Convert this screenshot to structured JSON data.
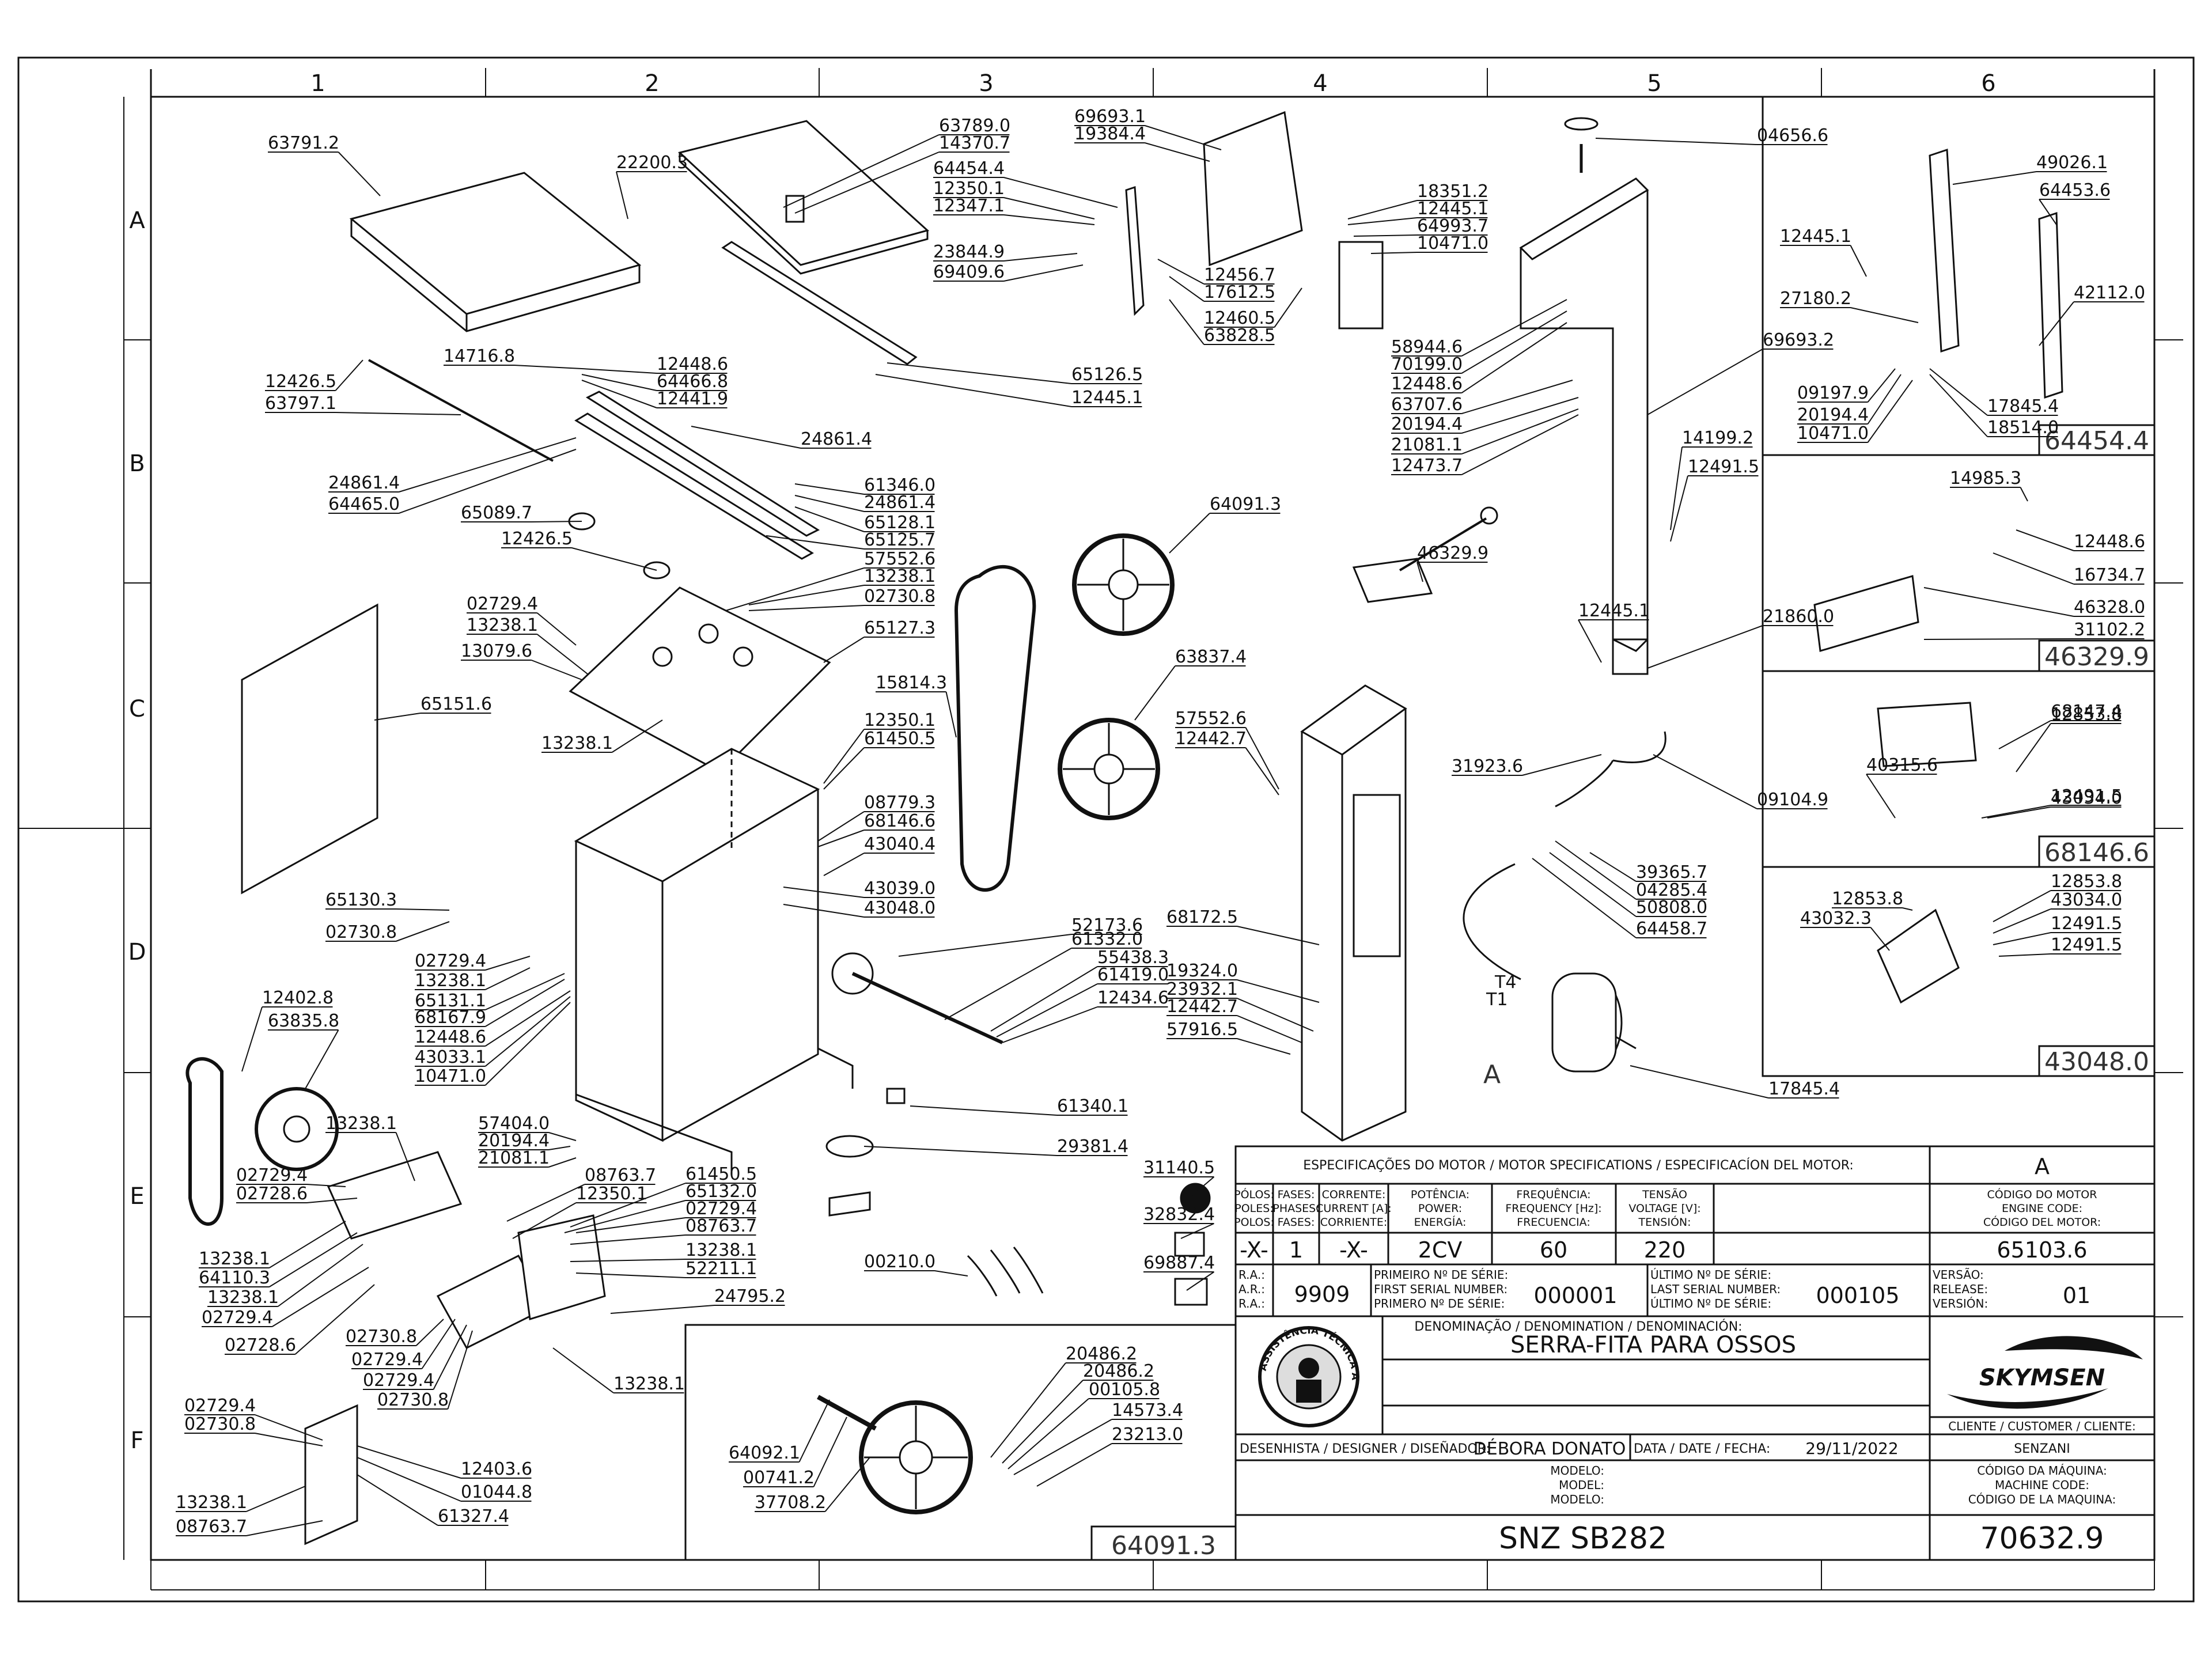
{
  "grid": {
    "cols": [
      "1",
      "2",
      "3",
      "4",
      "5",
      "6"
    ],
    "rows": [
      "A",
      "B",
      "C",
      "D",
      "E",
      "F"
    ]
  },
  "part_labels": [
    "63791.2",
    "22200.3",
    "63789.0",
    "14370.7",
    "69693.1",
    "19384.4",
    "64454.4",
    "12350.1",
    "12347.1",
    "23844.9",
    "69409.6",
    "12456.7",
    "17612.5",
    "12460.5",
    "63828.5",
    "18351.2",
    "12445.1",
    "64993.7",
    "10471.0",
    "04656.6",
    "58944.6",
    "70199.0",
    "12448.6",
    "63707.6",
    "20194.4",
    "21081.1",
    "12473.7",
    "69693.2",
    "14199.2",
    "12491.5",
    "14716.8",
    "12448.6",
    "64466.8",
    "12441.9",
    "65126.5",
    "12445.1",
    "12426.5",
    "63797.1",
    "24861.4",
    "24861.4",
    "64465.0",
    "61346.0",
    "24861.4",
    "65128.1",
    "65125.7",
    "65089.7",
    "12426.5",
    "57552.6",
    "13238.1",
    "02730.8",
    "02729.4",
    "65127.3",
    "13238.1",
    "13079.6",
    "65151.6",
    "13238.1",
    "64091.3",
    "46329.9",
    "12445.1",
    "21860.0",
    "15814.3",
    "63837.4",
    "12350.1",
    "61450.5",
    "08779.3",
    "68146.6",
    "43040.4",
    "43039.0",
    "43048.0",
    "57552.6",
    "12442.7",
    "31923.6",
    "09104.9",
    "39365.7",
    "04285.4",
    "50808.0",
    "64458.7",
    "65130.3",
    "02730.8",
    "02729.4",
    "13238.1",
    "65131.1",
    "68167.9",
    "12448.6",
    "43033.1",
    "10471.0",
    "52173.6",
    "61332.0",
    "55438.3",
    "61419.0",
    "12434.6",
    "68172.5",
    "19324.0",
    "23932.1",
    "12442.7",
    "57916.5",
    "17845.4",
    "12402.8",
    "63835.8",
    "13238.1",
    "57404.0",
    "20194.4",
    "21081.1",
    "08763.7",
    "12350.1",
    "61450.5",
    "65132.0",
    "02729.4",
    "08763.7",
    "13238.1",
    "52211.1",
    "24795.2",
    "61340.1",
    "29381.4",
    "02729.4",
    "02728.6",
    "13238.1",
    "64110.3",
    "13238.1",
    "02729.4",
    "02728.6",
    "02730.8",
    "02729.4",
    "02729.4",
    "02730.8",
    "13238.1",
    "31140.5",
    "32832.4",
    "69887.4",
    "00210.0",
    "02729.4",
    "02730.8",
    "12403.6",
    "01044.8",
    "13238.1",
    "61327.4",
    "08763.7",
    "20486.2",
    "20486.2",
    "00105.8",
    "14573.4",
    "23213.0",
    "64092.1",
    "00741.2",
    "37708.2",
    "49026.1",
    "64453.6",
    "12445.1",
    "27180.2",
    "42112.0",
    "09197.9",
    "20194.4",
    "10471.0",
    "17845.4",
    "18514.0",
    "14985.3",
    "12448.6",
    "16734.7",
    "46328.0",
    "31102.2",
    "68147.4",
    "12853.8",
    "12491.5",
    "40315.6",
    "43034.0",
    "12853.8",
    "43032.3",
    "12853.8",
    "43034.0",
    "12491.5",
    "12491.5"
  ],
  "detail_box_labels": [
    "64454.4",
    "46329.9",
    "68146.6",
    "43048.0",
    "64091.3"
  ],
  "motor_labels": {
    "t4": "T4",
    "t1": "T1",
    "view": "A"
  },
  "title_block": {
    "specs_header": "ESPECIFICAÇÕES DO MOTOR / MOTOR SPECIFICATIONS / ESPECIFICACÍON DEL MOTOR:",
    "view_letter": "A",
    "col_heads": [
      [
        "PÓLOS:",
        "POLES:",
        "POLOS:"
      ],
      [
        "FASES:",
        "PHASES:",
        "FASES:"
      ],
      [
        "CORRENTE:",
        "CURRENT [A]:",
        "CORRIENTE:"
      ],
      [
        "POTÊNCIA:",
        "POWER:",
        "ENERGÍA:"
      ],
      [
        "FREQUÊNCIA:",
        "FREQUENCY [Hz]:",
        "FRECUENCIA:"
      ],
      [
        "TENSÃO",
        "VOLTAGE [V]:",
        "TENSIÓN:"
      ],
      [
        "CÓDIGO DO MOTOR",
        "ENGINE CODE:",
        "CÓDIGO DEL MOTOR:"
      ]
    ],
    "values": [
      "-X-",
      "1",
      "-X-",
      "2CV",
      "60",
      "220",
      "65103.6"
    ],
    "ra_label": [
      "R.A.:",
      "A.R.:",
      "R.A.:"
    ],
    "ra_value": "9909",
    "first_serial_label": [
      "PRIMEIRO Nº DE SÉRIE:",
      "FIRST SERIAL NUMBER:",
      "PRIMERO Nº DE SÉRIE:"
    ],
    "first_serial": "000001",
    "last_serial_label": [
      "ÚLTIMO Nº DE SÉRIE:",
      "LAST SERIAL NUMBER:",
      "ÚLTIMO Nº DE SÉRIE:"
    ],
    "last_serial": "000105",
    "version_label": [
      "VERSÃO:",
      "RELEASE:",
      "VERSIÓN:"
    ],
    "version": "01",
    "denomination_label": "DENOMINAÇÃO / DENOMINATION / DENOMINACIÓN:",
    "denomination": "SERRA-FITA PARA OSSOS",
    "designer_label": "DESENHISTA / DESIGNER / DISEÑADOR:",
    "designer": "DÉBORA DONATO",
    "date_label": "DATA / DATE / FECHA:",
    "date": "29/11/2022",
    "client_label": "CLIENTE / CUSTOMER / CLIENTE:",
    "client": "SENZANI",
    "model_label": [
      "MODELO:",
      "MODEL:",
      "MODELO:"
    ],
    "model": "SNZ SB282",
    "machine_code_label": [
      "CÓDIGO DA MÁQUINA:",
      "MACHINE CODE:",
      "CÓDIGO DE LA MAQUINA:"
    ],
    "machine_code": "70632.9",
    "brand": "SKYMSEN",
    "seal_text": "ASSISTÊNCIA TÉCNICA AUTORIZADA"
  }
}
